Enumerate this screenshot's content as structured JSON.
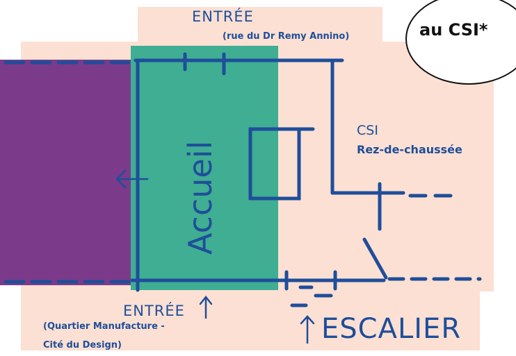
{
  "badge": {
    "text": "au CSI*"
  },
  "labels": {
    "entree_top": "ENTRÉE",
    "entree_top_sub": "(rue du Dr Remy Annino)",
    "csi": "CSI",
    "csi_floor": "Rez-de-chaussée",
    "accueil": "Accueil",
    "entree_bottom": "ENTRÉE",
    "entree_bottom_sub_line1": "(Quartier Manufacture -",
    "entree_bottom_sub_line2": "Cité du Design)",
    "escalier": "ESCALIER"
  },
  "colors": {
    "ink": "#1f4e9a",
    "peach": "#fbe0d3",
    "purple": "#7b3a8a",
    "green": "#3fae92"
  },
  "icons": [
    "arrow-left-icon",
    "arrow-up-icon"
  ]
}
